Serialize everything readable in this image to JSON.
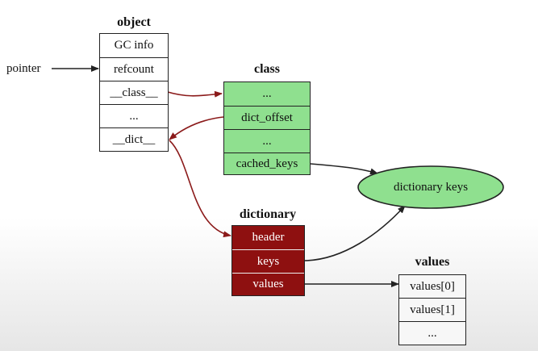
{
  "object": {
    "title": "object",
    "fields": [
      "GC info",
      "refcount",
      "__class__",
      "...",
      "__dict__"
    ]
  },
  "pointer_label": "pointer",
  "class": {
    "title": "class",
    "fields": [
      "...",
      "dict_offset",
      "...",
      "cached_keys"
    ]
  },
  "dictionary_keys": {
    "label": "dictionary keys"
  },
  "dictionary": {
    "title": "dictionary",
    "fields": [
      "header",
      "keys",
      "values"
    ]
  },
  "values": {
    "title": "values",
    "fields": [
      "values[0]",
      "values[1]",
      "..."
    ]
  },
  "colors": {
    "green_fill": "#8fe08f",
    "dark_red_fill": "#8e1010",
    "red_arrow": "#8b1a1a",
    "black_arrow": "#222222"
  }
}
